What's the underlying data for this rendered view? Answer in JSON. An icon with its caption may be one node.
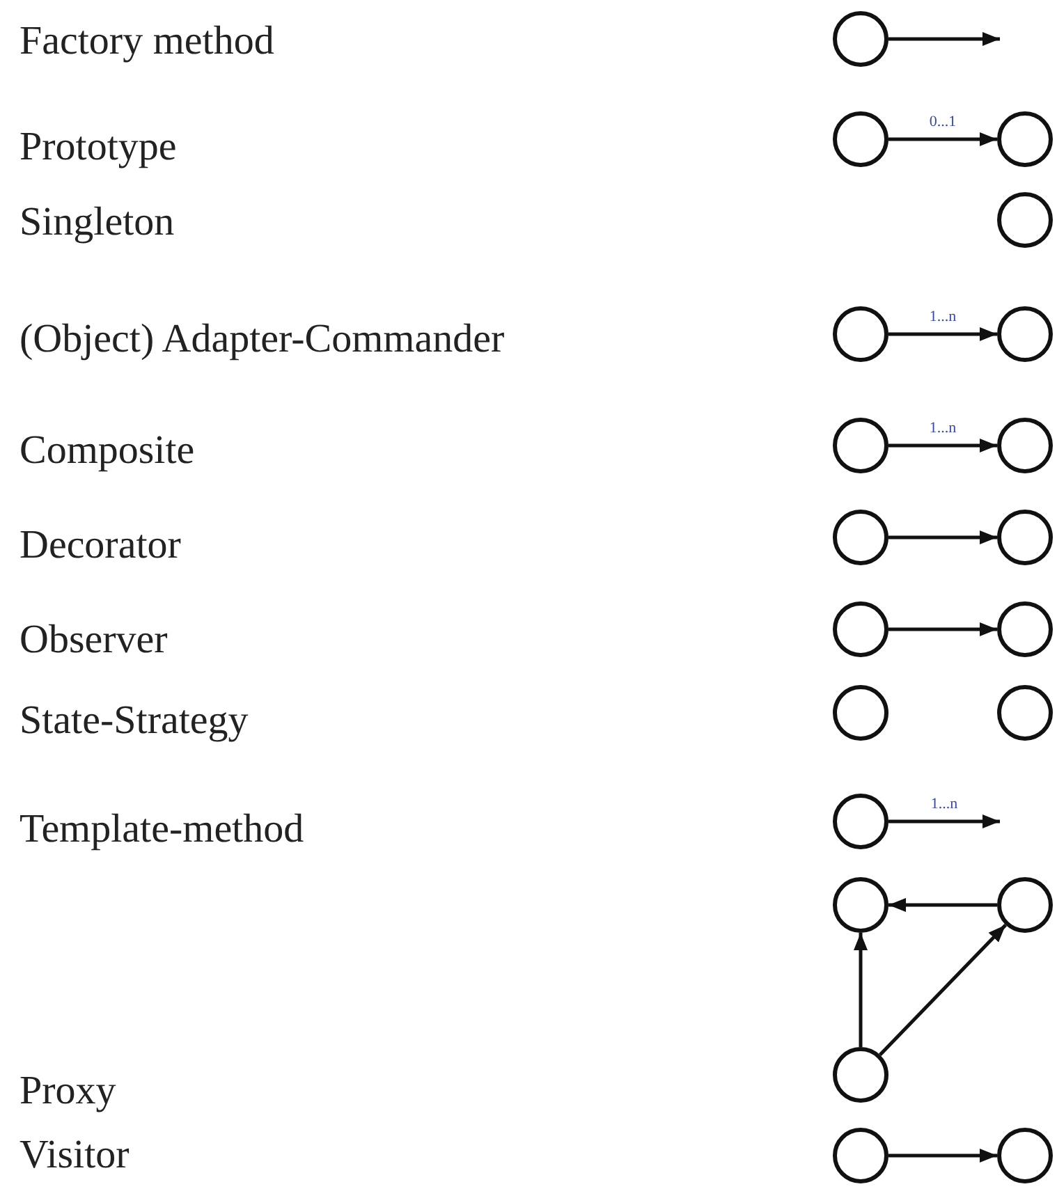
{
  "diagram": {
    "nodes": [
      {
        "text": [],
        "shape": "circle"
      },
      {
        "text": [],
        "shape": "circle"
      },
      {
        "text": [],
        "shape": "circle"
      },
      {
        "text": [],
        "shape": "circle"
      },
      {
        "text": [],
        "shape": "circle"
      },
      {
        "text": [],
        "shape": "circle"
      },
      {
        "text": [],
        "shape": "circle"
      },
      {
        "text": [],
        "shape": "circle"
      },
      {
        "text": [],
        "shape": "circle"
      },
      {
        "text": [],
        "shape": "circle"
      },
      {
        "text": [],
        "shape": "circle"
      },
      {
        "text": [],
        "shape": "circle"
      },
      {
        "text": [],
        "shape": "circle"
      },
      {
        "text": [],
        "shape": "circle"
      },
      {
        "text": [],
        "shape": "circle"
      },
      {
        "text": [],
        "shape": "circle"
      },
      {
        "text": [],
        "shape": "circle"
      },
      {
        "text": [],
        "shape": "circle"
      },
      {
        "text": [],
        "shape": "circle"
      },
      {
        "text": [],
        "shape": "circle"
      }
    ],
    "edges": [
      {
        "from": 0,
        "to": null,
        "arrow": "to"
      },
      {
        "from": 1,
        "to": 2,
        "arrow": "to",
        "label": "0...1"
      },
      {
        "from": 4,
        "to": 5,
        "arrow": "to",
        "label": "1...n"
      },
      {
        "from": 6,
        "to": 7,
        "arrow": "to",
        "label": "1...n"
      },
      {
        "from": 8,
        "to": 9,
        "arrow": "to"
      },
      {
        "from": 10,
        "to": 11,
        "arrow": "to"
      },
      {
        "from": 14,
        "to": null,
        "arrow": "to",
        "label": "1...n"
      },
      {
        "from": 16,
        "to": 15,
        "arrow": "to"
      },
      {
        "from": 17,
        "to": 15,
        "arrow": "to"
      },
      {
        "from": 17,
        "to": 16,
        "arrow": "to"
      },
      {
        "from": 18,
        "to": 19,
        "arrow": "to"
      }
    ],
    "labels": [
      "Factory method",
      "Prototype",
      "Singleton",
      "(Object) Adapter-Commander",
      "Composite",
      "Decorator",
      "Observer",
      "State-Strategy",
      "Template-method",
      "Proxy",
      "Visitor"
    ]
  }
}
